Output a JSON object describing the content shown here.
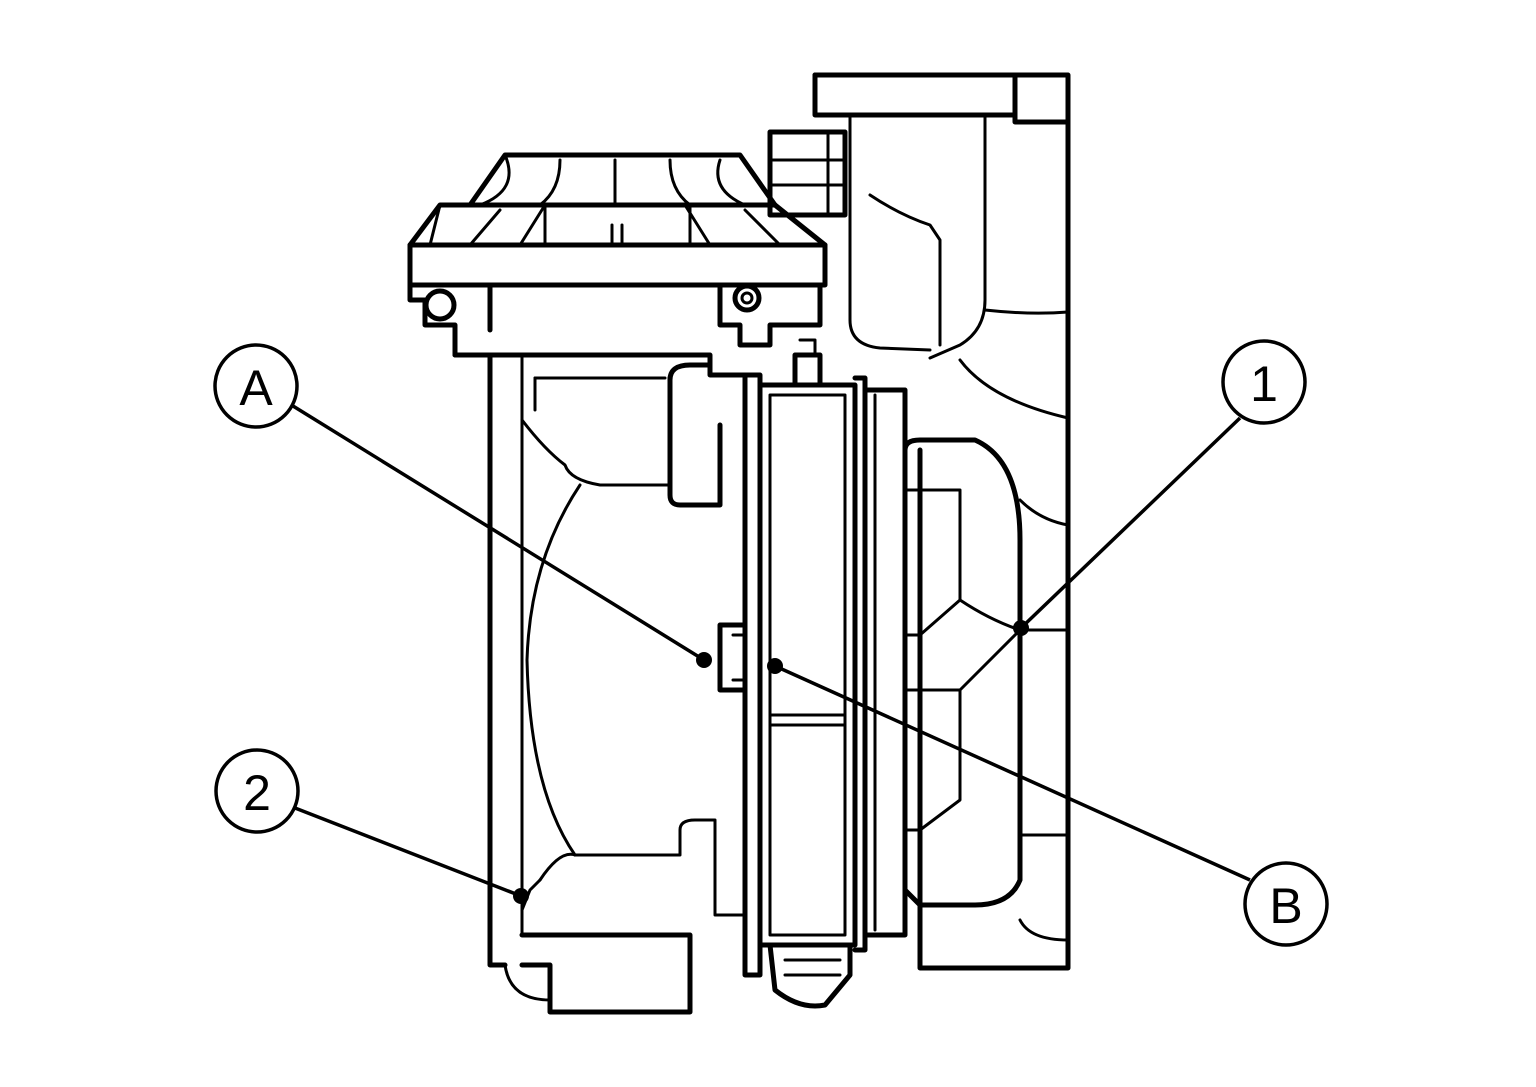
{
  "diagram": {
    "callouts": {
      "A": "A",
      "B": "B",
      "one": "1",
      "two": "2"
    },
    "colors": {
      "line": "#000000",
      "background": "#ffffff"
    }
  }
}
